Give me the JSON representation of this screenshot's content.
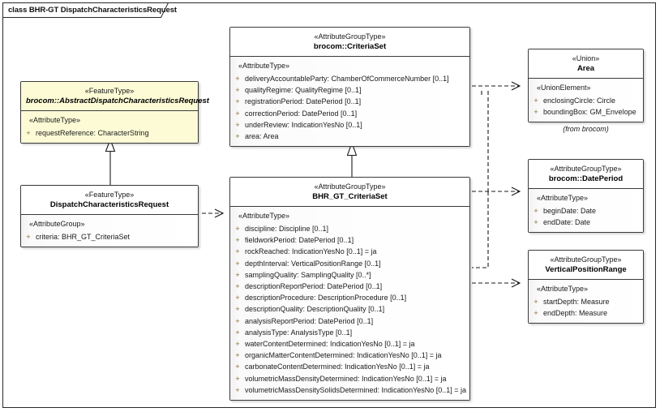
{
  "diagram": {
    "title": "class BHR-GT DispatchCharacteristicsRequest",
    "from_note": "(from brocom)",
    "colors": {
      "highlight_yellow": "#FCFBD6",
      "box_border": "#3A3A3A",
      "frame_border": "#2A2A2A",
      "visibility_plus": "#8A6F2E",
      "body_gradient_start": "#F2F2F2",
      "body_gradient_end": "#FFFFFF"
    }
  },
  "boxes": {
    "abstract_dispatch": {
      "stereotype": "«FeatureType»",
      "name": "brocom::AbstractDispatchCharacteristicsRequest",
      "group_stereotype": "«AttributeType»",
      "attributes": [
        {
          "visibility": "+",
          "text": "requestReference: CharacterString"
        }
      ]
    },
    "dispatch_request": {
      "stereotype": "«FeatureType»",
      "name": "DispatchCharacteristicsRequest",
      "group_stereotype": "«AttributeGroup»",
      "attributes": [
        {
          "visibility": "+",
          "text": "criteria: BHR_GT_CriteriaSet"
        }
      ]
    },
    "criteria_set": {
      "stereotype": "«AttributeGroupType»",
      "name": "brocom::CriteriaSet",
      "group_stereotype": "«AttributeType»",
      "attributes": [
        {
          "visibility": "+",
          "text": "deliveryAccountableParty: ChamberOfCommerceNumber [0..1]"
        },
        {
          "visibility": "+",
          "text": "qualityRegime: QualityRegime [0..1]"
        },
        {
          "visibility": "+",
          "text": "registrationPeriod: DatePeriod [0..1]"
        },
        {
          "visibility": "+",
          "text": "correctionPeriod: DatePeriod [0..1]"
        },
        {
          "visibility": "+",
          "text": "underReview: IndicationYesNo [0..1]"
        },
        {
          "visibility": "+",
          "text": "area: Area"
        }
      ]
    },
    "bhr_gt_criteria_set": {
      "stereotype": "«AttributeGroupType»",
      "name": "BHR_GT_CriteriaSet",
      "group_stereotype": "«AttributeType»",
      "attributes": [
        {
          "visibility": "+",
          "text": "discipline: Discipline [0..1]"
        },
        {
          "visibility": "+",
          "text": "fieldworkPeriod: DatePeriod [0..1]"
        },
        {
          "visibility": "+",
          "text": "rockReached: IndicationYesNo [0..1] = ja"
        },
        {
          "visibility": "+",
          "text": "depthInterval: VerticalPositionRange [0..1]"
        },
        {
          "visibility": "+",
          "text": "samplingQuality: SamplingQuality [0..*]"
        },
        {
          "visibility": "+",
          "text": "descriptionReportPeriod: DatePeriod [0..1]"
        },
        {
          "visibility": "+",
          "text": "descriptionProcedure: DescriptionProcedure [0..1]"
        },
        {
          "visibility": "+",
          "text": "descriptionQuality: DescriptionQuality [0..1]"
        },
        {
          "visibility": "+",
          "text": "analysisReportPeriod: DatePeriod [0..1]"
        },
        {
          "visibility": "+",
          "text": "analysisType: AnalysisType [0..1]"
        },
        {
          "visibility": "+",
          "text": "waterContentDetermined: IndicationYesNo [0..1] = ja"
        },
        {
          "visibility": "+",
          "text": "organicMatterContentDetermined: IndicationYesNo [0..1] = ja"
        },
        {
          "visibility": "+",
          "text": "carbonateContentDetermined: IndicationYesNo [0..1] = ja"
        },
        {
          "visibility": "+",
          "text": "volumetricMassDensityDetermined: IndicationYesNo [0..1] = ja"
        },
        {
          "visibility": "+",
          "text": "volumetricMassDensitySolidsDetermined: IndicationYesNo [0..1] = ja"
        }
      ]
    },
    "area": {
      "stereotype": "«Union»",
      "name": "Area",
      "group_stereotype": "«UnionElement»",
      "attributes": [
        {
          "visibility": "+",
          "text": "enclosingCircle: Circle"
        },
        {
          "visibility": "+",
          "text": "boundingBox: GM_Envelope"
        }
      ]
    },
    "date_period": {
      "stereotype": "«AttributeGroupType»",
      "name": "brocom::DatePeriod",
      "group_stereotype": "«AttributeType»",
      "attributes": [
        {
          "visibility": "+",
          "text": "beginDate: Date"
        },
        {
          "visibility": "+",
          "text": "endDate: Date"
        }
      ]
    },
    "vertical_position_range": {
      "stereotype": "«AttributeGroupType»",
      "name": "VerticalPositionRange",
      "group_stereotype": "«AttributeType»",
      "attributes": [
        {
          "visibility": "+",
          "text": "startDepth: Measure"
        },
        {
          "visibility": "+",
          "text": "endDepth: Measure"
        }
      ]
    }
  },
  "connectors": [
    {
      "kind": "generalization",
      "from": "dispatch_request",
      "to": "abstract_dispatch"
    },
    {
      "kind": "generalization",
      "from": "bhr_gt_criteria_set",
      "to": "criteria_set"
    },
    {
      "kind": "dependency",
      "from": "dispatch_request",
      "to": "bhr_gt_criteria_set"
    },
    {
      "kind": "dependency",
      "from": "criteria_set",
      "to": "area"
    },
    {
      "kind": "dependency",
      "from": "bhr_gt_criteria_set",
      "to": "date_period"
    },
    {
      "kind": "dependency",
      "from": "bhr_gt_criteria_set",
      "to": "vertical_position_range"
    }
  ]
}
